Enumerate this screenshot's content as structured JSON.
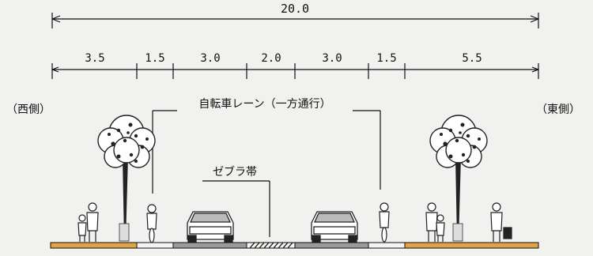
{
  "dimensions": {
    "total": "20.0",
    "segments": [
      "3.5",
      "1.5",
      "3.0",
      "2.0",
      "3.0",
      "1.5",
      "5.5"
    ]
  },
  "labels": {
    "west": "（西側）",
    "east": "（東側）",
    "bike_lane": "自転車レーン（一方通行）",
    "zebra": "ゼブラ帯"
  },
  "colors": {
    "sidewalk": "#e0a34a",
    "road": "#9a9a9a",
    "line": "#111111",
    "tree": "#222222"
  }
}
